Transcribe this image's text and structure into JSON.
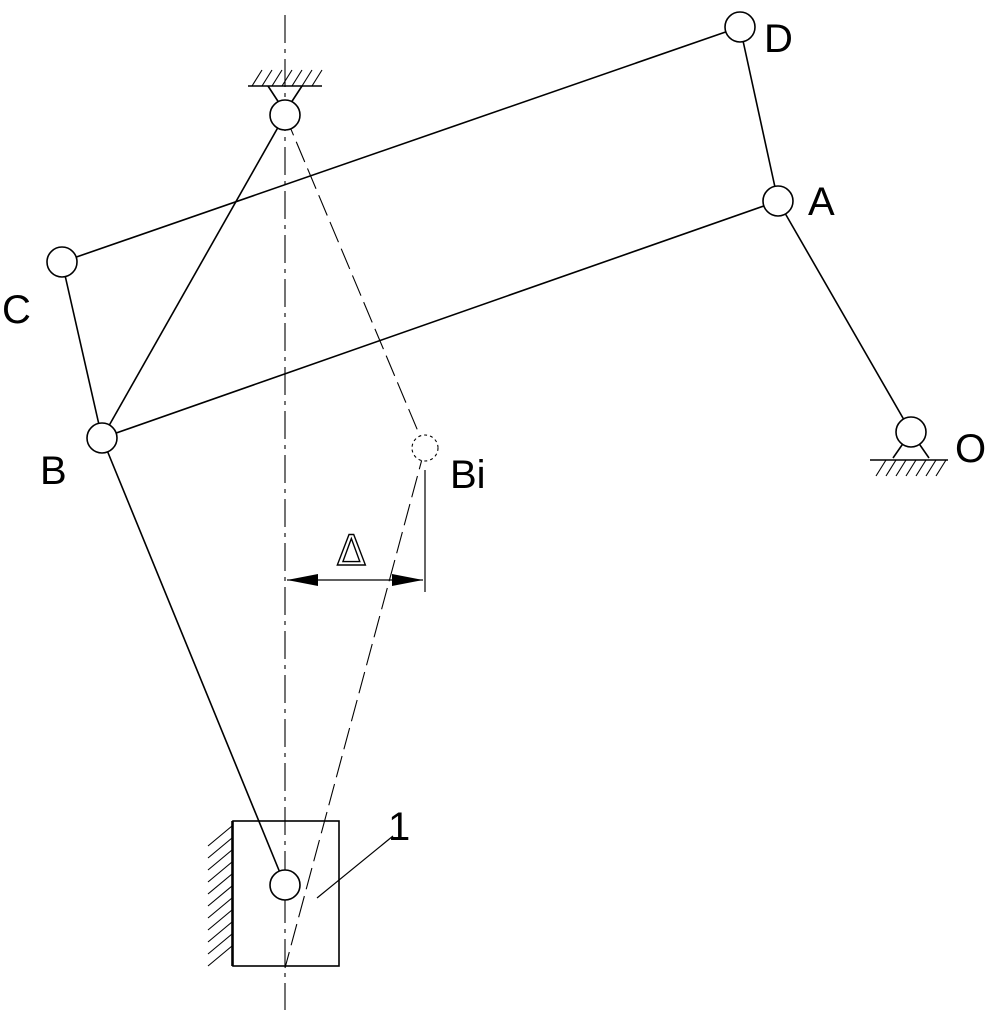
{
  "labels": {
    "D": "D",
    "A": "A",
    "C": "C",
    "B": "B",
    "Bi": "Bi",
    "O": "O",
    "part": "1",
    "delta": "Δ"
  }
}
